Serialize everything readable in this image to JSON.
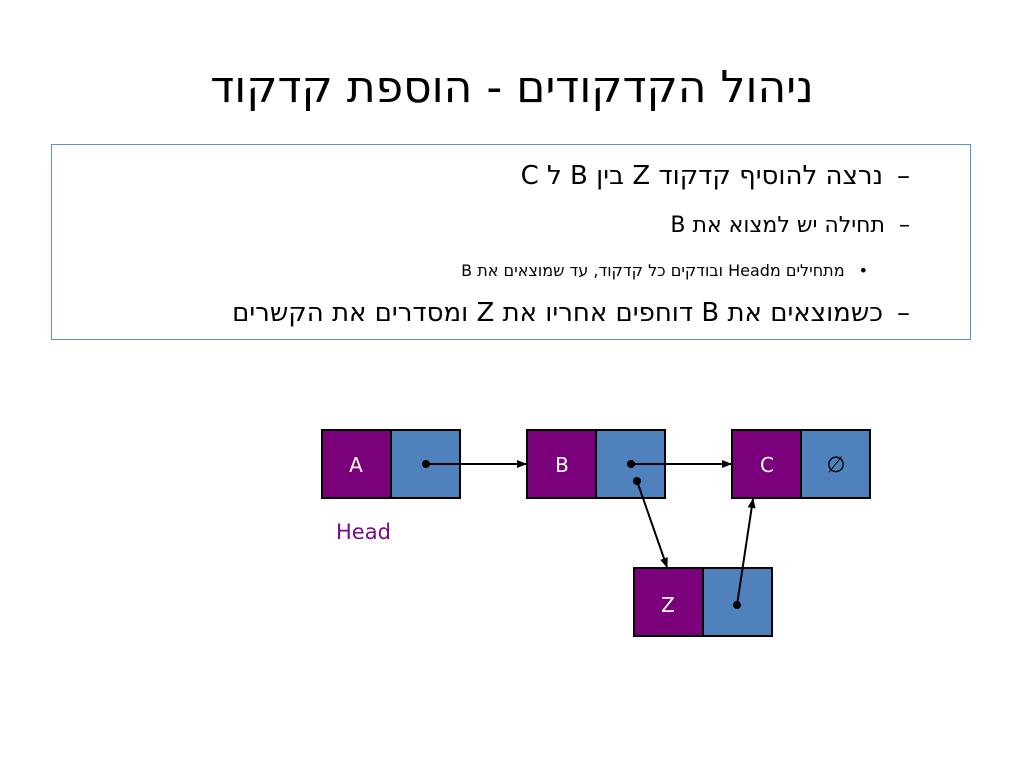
{
  "slide": {
    "title": "ניהול הקדקודים - הוספת קדקוד",
    "bullets": [
      {
        "marker": "–",
        "text": "נרצה להוסיף קדקוד Z בין B ל C"
      },
      {
        "marker": "–",
        "text": "תחילה יש למצוא את B"
      },
      {
        "marker": "•",
        "text": "מתחילים מHead ובודקים כל קדקוד, עד שמוצאים את B"
      },
      {
        "marker": "–",
        "text": "כשמוצאים את B דוחפים אחריו את Z ומסדרים את הקשרים"
      }
    ]
  },
  "diagram": {
    "nodes": [
      {
        "id": "A",
        "label": "A"
      },
      {
        "id": "B",
        "label": "B"
      },
      {
        "id": "C",
        "label": "C",
        "null_symbol": "∅"
      },
      {
        "id": "Z",
        "label": "Z"
      }
    ],
    "head_label": "Head",
    "colors": {
      "data": "#7b007b",
      "pointer": "#4f81bd",
      "border": "#000000",
      "head_text": "#7a0a8c"
    }
  }
}
